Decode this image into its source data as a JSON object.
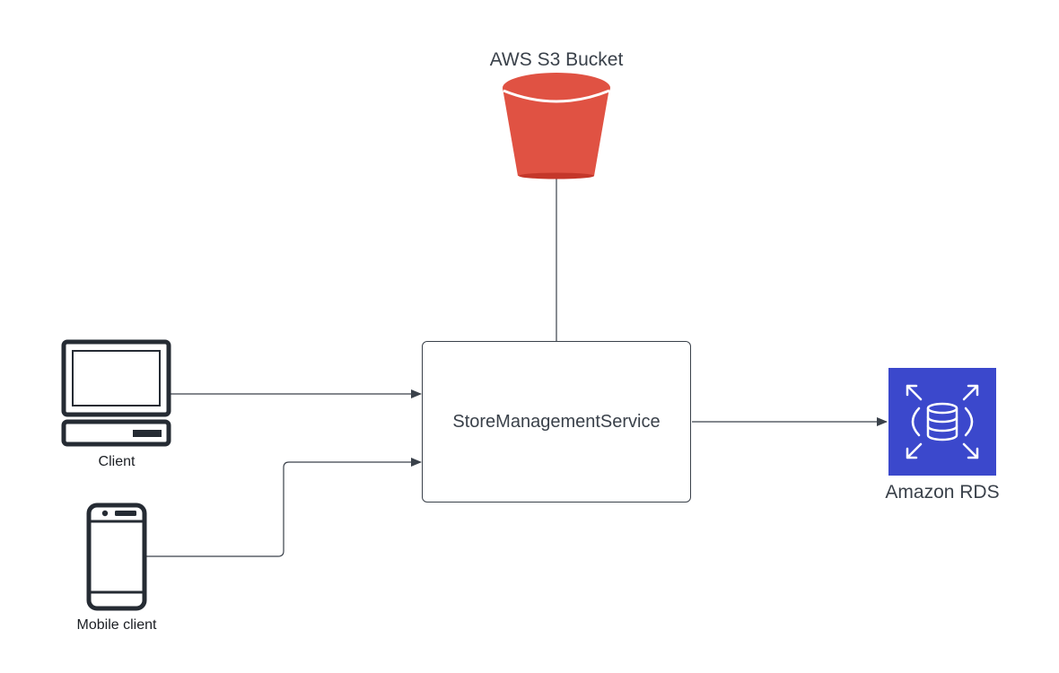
{
  "nodes": {
    "s3": {
      "label": "AWS S3 Bucket",
      "icon": "s3-bucket-icon",
      "color": "#e05243"
    },
    "service": {
      "label": "StoreManagementService"
    },
    "rds": {
      "label": "Amazon RDS",
      "icon": "rds-database-icon",
      "color": "#3b48cc"
    },
    "client": {
      "label": "Client",
      "icon": "desktop-computer-icon"
    },
    "mobile": {
      "label": "Mobile client",
      "icon": "mobile-phone-icon"
    }
  },
  "edges": [
    {
      "from": "client",
      "to": "service"
    },
    {
      "from": "mobile",
      "to": "service"
    },
    {
      "from": "service",
      "to": "s3"
    },
    {
      "from": "service",
      "to": "rds"
    }
  ],
  "colors": {
    "line": "#3a414a",
    "icon_dark": "#252b33"
  }
}
